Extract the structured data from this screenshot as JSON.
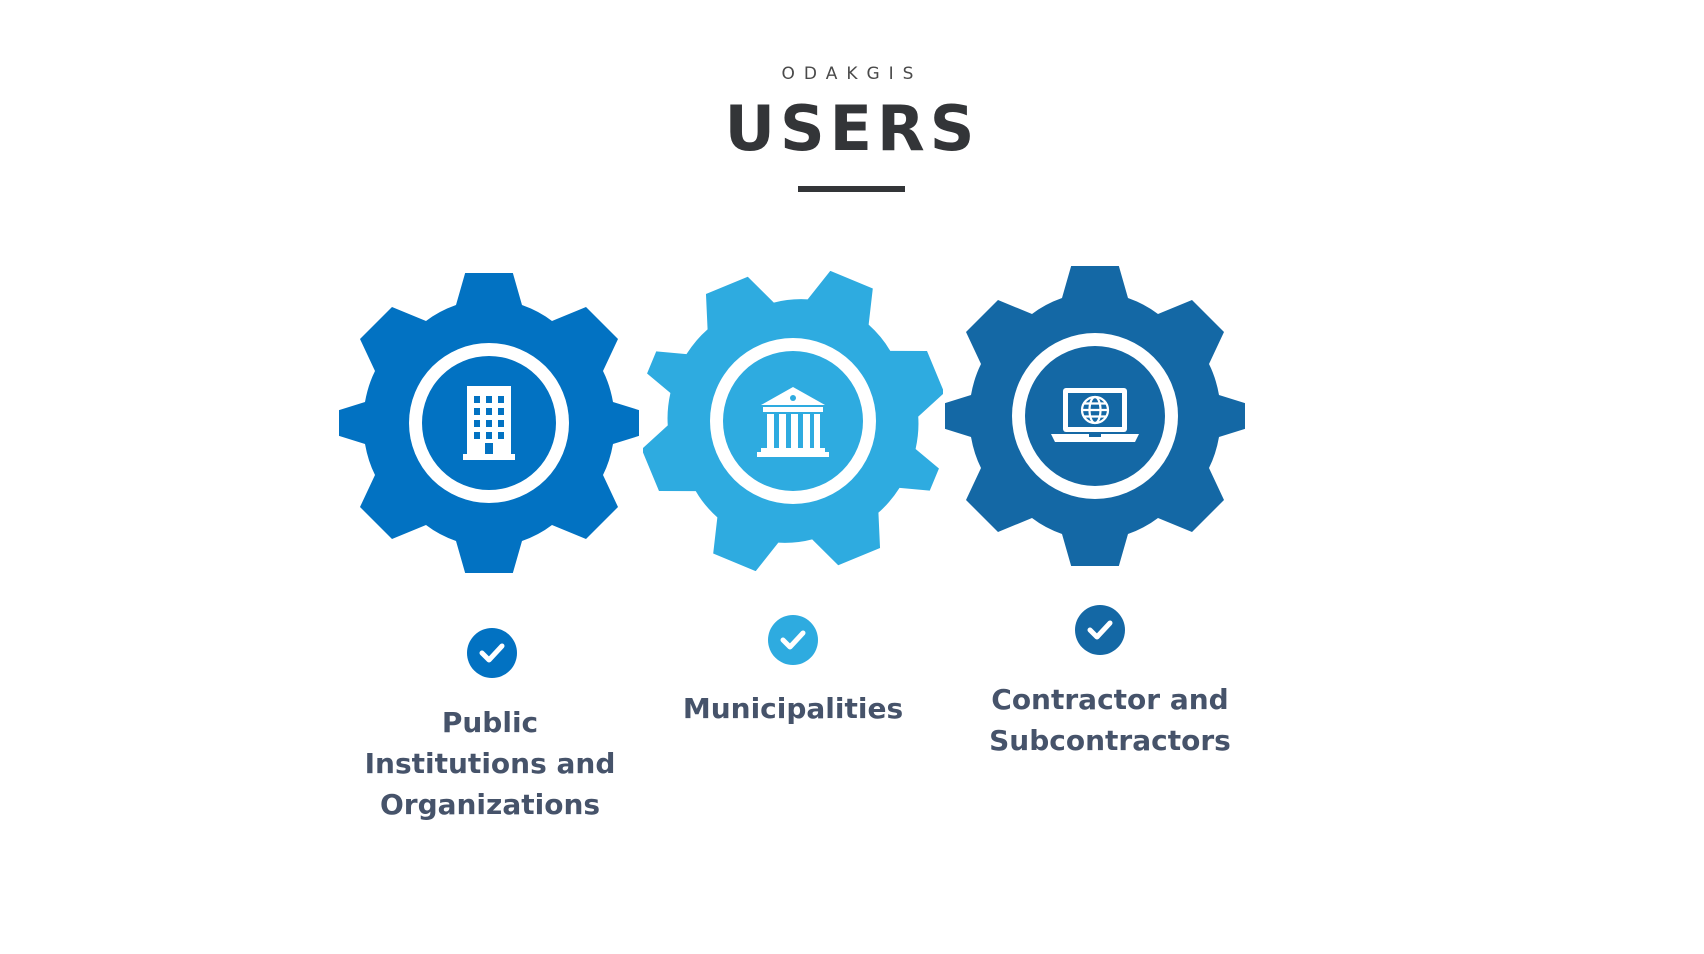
{
  "header": {
    "brand": "ODAKGIS",
    "title": "USERS"
  },
  "colors": {
    "gear_1": "#0272c2",
    "gear_2": "#2eabe0",
    "gear_3": "#1468a5",
    "ring": "#ffffff",
    "title_text": "#333538",
    "label_text": "#46536a"
  },
  "users": [
    {
      "label_lines": [
        "Public",
        "Institutions and",
        "Organizations"
      ],
      "icon": "office-building-icon",
      "check_icon": "checkmark-icon"
    },
    {
      "label_lines": [
        "Municipalities"
      ],
      "icon": "government-building-icon",
      "check_icon": "checkmark-icon"
    },
    {
      "label_lines": [
        "Contractor and",
        "Subcontractors"
      ],
      "icon": "laptop-globe-icon",
      "check_icon": "checkmark-icon"
    }
  ]
}
